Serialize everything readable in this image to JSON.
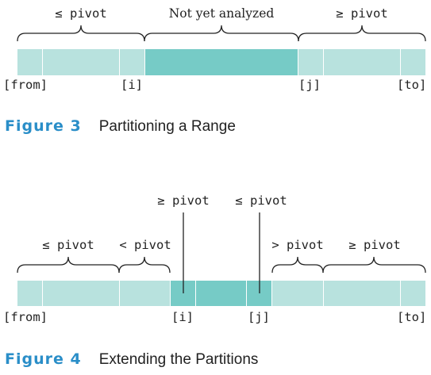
{
  "figure3": {
    "labels": {
      "le_pivot": "≤ pivot",
      "not_analyzed": "Not yet analyzed",
      "ge_pivot": "≥ pivot"
    },
    "indices": {
      "from": "[from]",
      "i": "[i]",
      "j": "[j]",
      "to": "[to]"
    },
    "caption": {
      "number": "Figure 3",
      "title": "Partitioning a Range"
    }
  },
  "figure4": {
    "labels": {
      "ge_pivot_top": "≥ pivot",
      "le_pivot_top": "≤ pivot",
      "le_pivot": "≤ pivot",
      "lt_pivot": "< pivot",
      "gt_pivot": "> pivot",
      "ge_pivot": "≥ pivot"
    },
    "indices": {
      "from": "[from]",
      "i": "[i]",
      "j": "[j]",
      "to": "[to]"
    },
    "caption": {
      "number": "Figure 4",
      "title": "Extending the Partitions"
    }
  },
  "colors": {
    "light_cell": "#b8e2de",
    "dark_cell": "#76cbc6",
    "cell_border": "#ffffff",
    "line": "#222222",
    "caption_number": "#2a8ec8"
  }
}
